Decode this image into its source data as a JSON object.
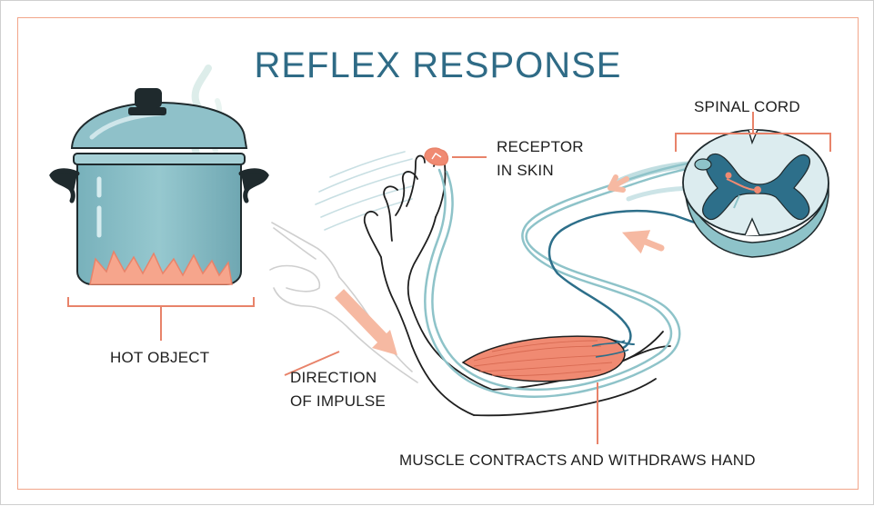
{
  "title": "REFLEX RESPONSE",
  "labels": {
    "spinal_cord": "SPINAL CORD",
    "receptor_line1": "RECEPTOR",
    "receptor_line2": "IN SKIN",
    "hot_object": "HOT OBJECT",
    "direction_line1": "DIRECTION",
    "direction_line2": "OF IMPULSE",
    "muscle": "MUSCLE CONTRACTS AND WITHDRAWS HAND"
  },
  "colors": {
    "title": "#2f6b86",
    "frame": "#f2a58a",
    "pot": "#8fc1c9",
    "pot_dark": "#6aa3ae",
    "flame": "#f6a58c",
    "nerve": "#8ec3c9",
    "nerve_dark": "#2d6f8a",
    "muscle": "#f08a72",
    "leader": "#e8836a",
    "arrow": "#f6b9a2"
  }
}
